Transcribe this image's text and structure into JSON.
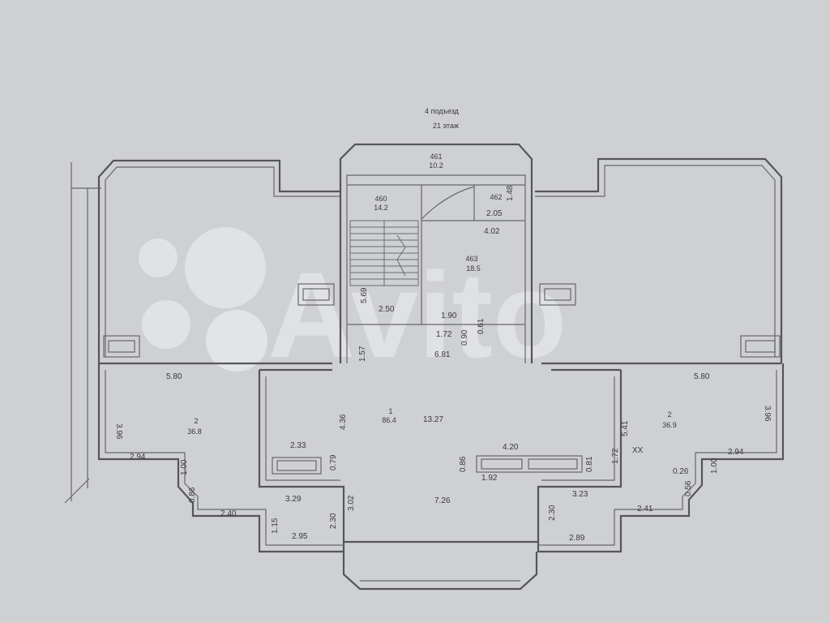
{
  "header": {
    "entrance": "4 подъезд",
    "floor": "21 этаж"
  },
  "watermark": "Avito",
  "rooms": [
    {
      "id": "461",
      "area": "10.2"
    },
    {
      "id": "460",
      "area": "14.2"
    },
    {
      "id": "462",
      "area": ""
    },
    {
      "id": "463",
      "area": "18.5"
    },
    {
      "id": "1",
      "area": "86.4"
    },
    {
      "id": "2",
      "area": "36.8"
    },
    {
      "id": "2",
      "area": "36.9"
    }
  ],
  "dimensions": [
    "1.48",
    "2.05",
    "4.02",
    "5.69",
    "2.50",
    "1.90",
    "0.61",
    "1.72",
    "0.90",
    "6.81",
    "1.57",
    "5.80",
    "3.96",
    "2.94",
    "1.00",
    "0.86",
    "2.40",
    "1.15",
    "2.95",
    "2.30",
    "3.02",
    "3.29",
    "2.33",
    "4.36",
    "0.79",
    "13.27",
    "4.20",
    "0.86",
    "1.92",
    "0.81",
    "1.72",
    "7.26",
    "3.23",
    "2.30",
    "2.89",
    "2.41",
    "0.56",
    "0.26",
    "1.00",
    "2.94",
    "3.96",
    "5.80",
    "5.41"
  ],
  "marks": {
    "cross": "XX"
  }
}
